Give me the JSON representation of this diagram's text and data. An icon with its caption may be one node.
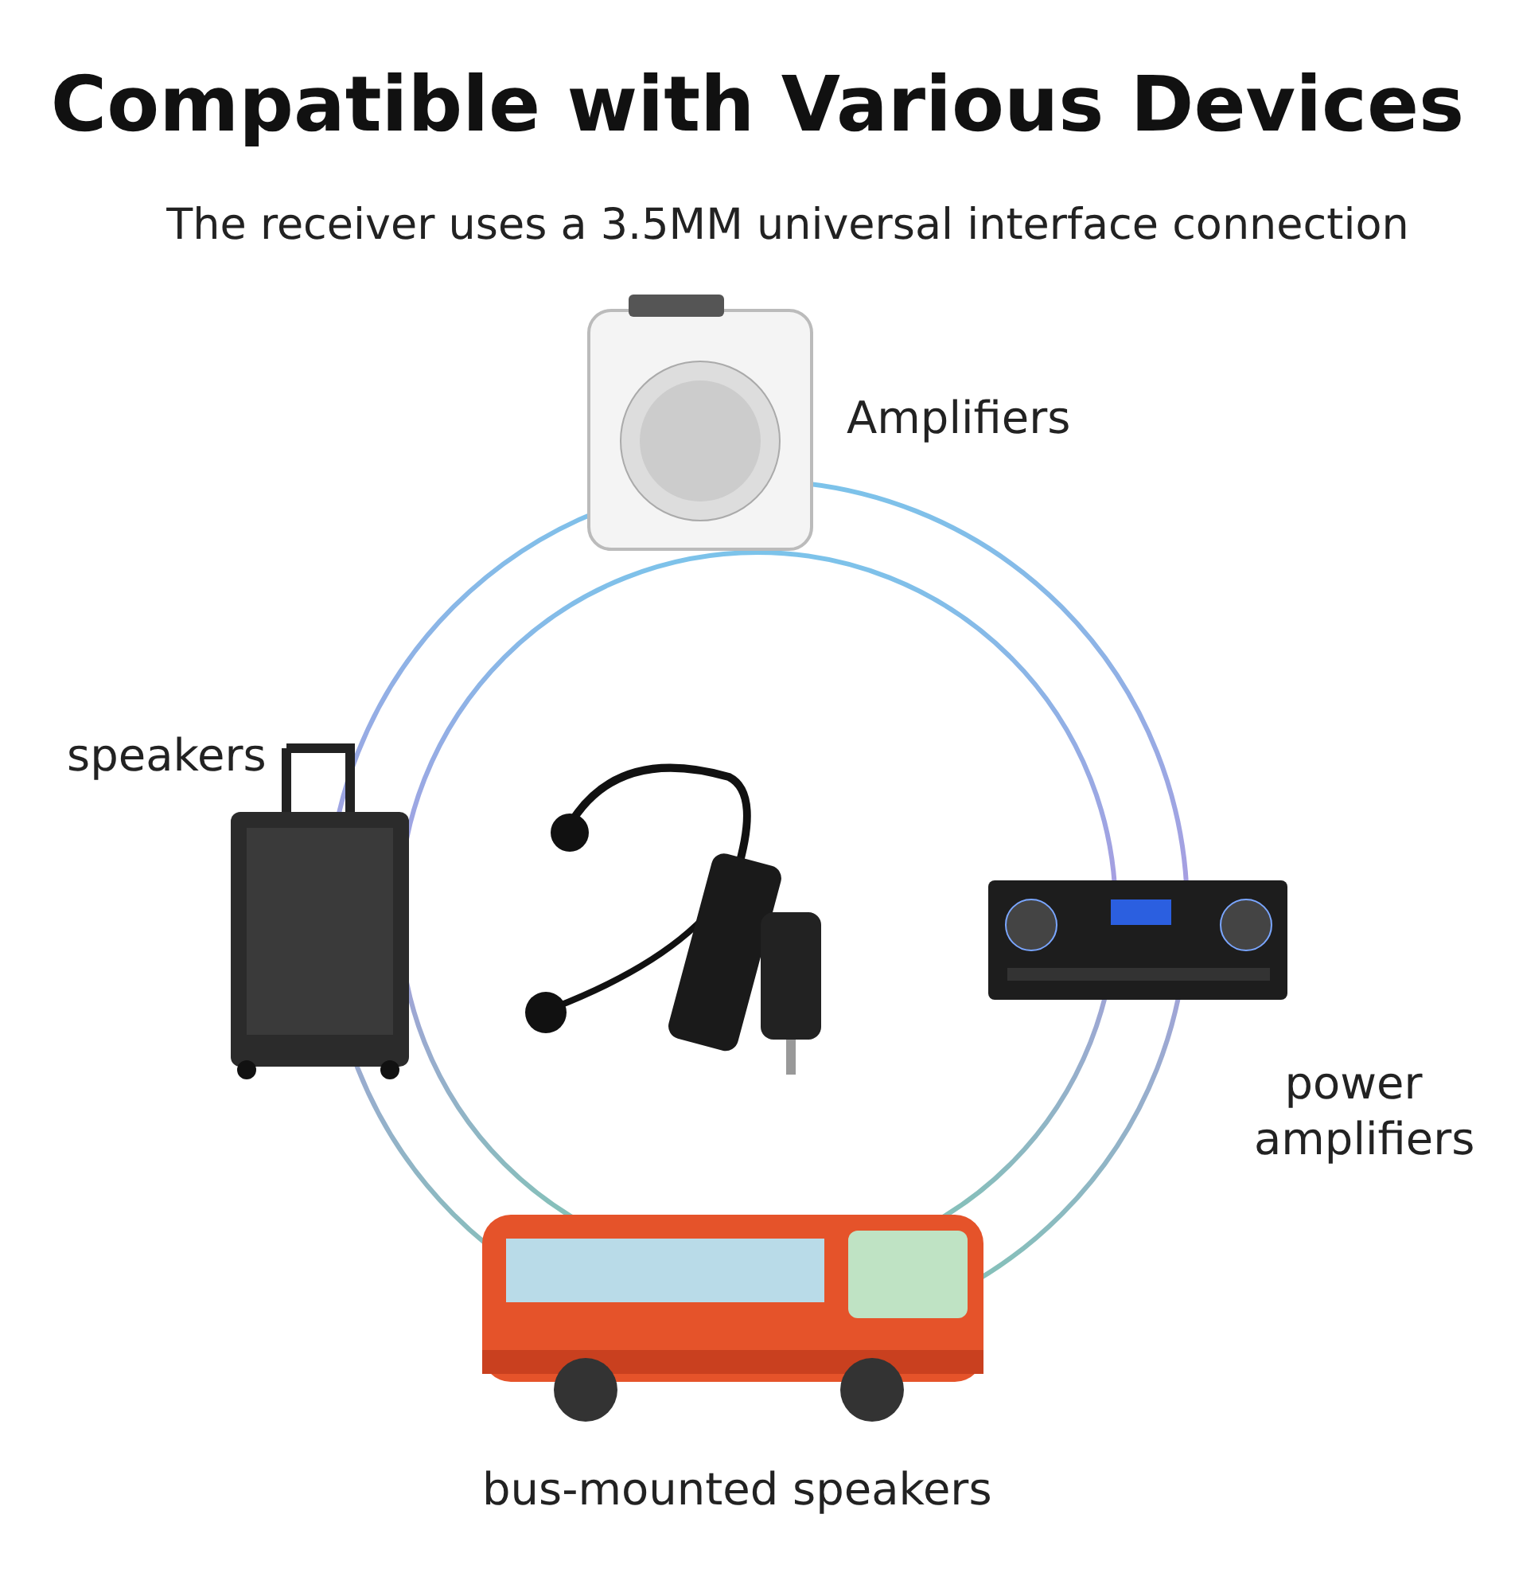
{
  "diagram": {
    "title": "Compatible with Various Devices",
    "nodes": [
      {
        "text": [],
        "shape": "picture",
        "beside": [
          "Amplifiers"
        ]
      },
      {
        "text": [],
        "shape": "picture",
        "beside": [
          "speakers"
        ]
      },
      {
        "text": [],
        "shape": "picture"
      },
      {
        "text": [],
        "shape": "picture",
        "beside": [
          "power amplifiers"
        ]
      },
      {
        "text": [],
        "shape": "picture",
        "beside": [
          "bus-mounted speakers"
        ]
      }
    ],
    "labels": [
      "The receiver uses a 3.5MM universal interface connection"
    ]
  }
}
